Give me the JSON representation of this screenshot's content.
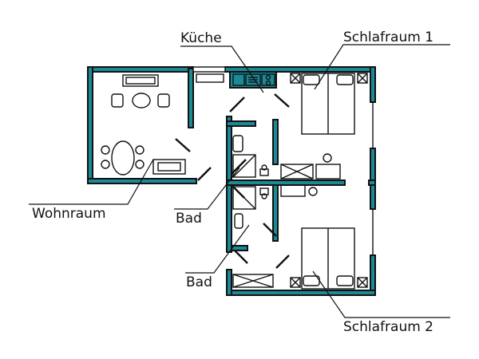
{
  "labels": {
    "kueche": "Küche",
    "schlafraum1": "Schlafraum 1",
    "wohnraum": "Wohnraum",
    "bad_upper": "Bad",
    "bad_lower": "Bad",
    "schlafraum2": "Schlafraum 2"
  },
  "colors": {
    "wall_fill": "#1a8a96",
    "line": "#111111",
    "background": "#ffffff"
  }
}
